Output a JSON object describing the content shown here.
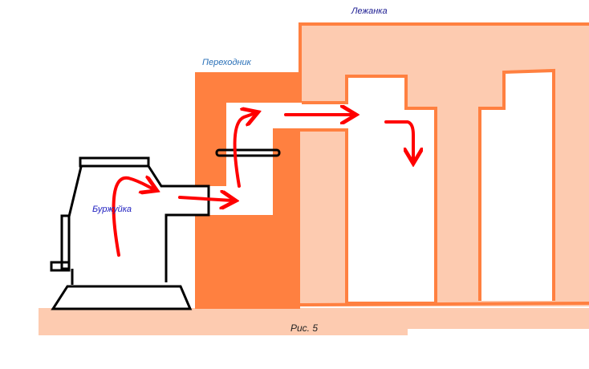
{
  "labels": {
    "bed": "Лежанка",
    "adapter": "Переходник",
    "stove": "Буржуйка",
    "caption": "Рис. 5"
  },
  "colors": {
    "bed_fill": "#FDCBB0",
    "wall_orange": "#FF8040",
    "flow_arrow": "#FF0000",
    "stove_outline": "#000000"
  }
}
